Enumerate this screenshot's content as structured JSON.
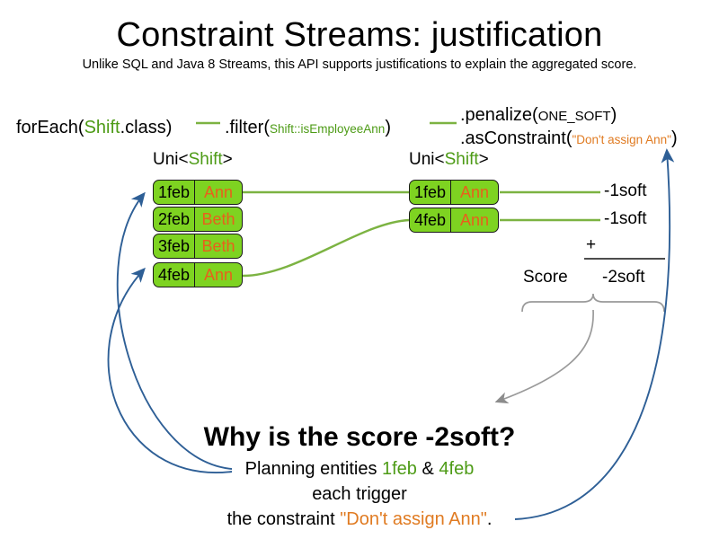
{
  "slide": {
    "title": "Constraint Streams: justification",
    "subtitle": "Unlike SQL and Java 8 Streams, this API supports justifications to explain the aggregated score."
  },
  "colors": {
    "green_text": "#4d9b16",
    "green_box_fill": "#7ed321",
    "orange_text": "#e07b22",
    "orange_name": "#e8601c",
    "blue_arrow": "#2e5f96",
    "grey_arrow": "#8c8c8c",
    "green_line": "#7cb342"
  },
  "code": {
    "foreach": {
      "prefix": "forEach(",
      "type": "Shift",
      "suffix": ".class)"
    },
    "filter": {
      "prefix": ".filter(",
      "arg": "Shift::isEmployeeAnn",
      "suffix": ")"
    },
    "penalize": {
      "prefix": ".penalize(",
      "arg": "ONE_SOFT",
      "suffix": ")"
    },
    "as_constraint": {
      "prefix": ".asConstraint(",
      "arg": "\"Don't assign Ann\"",
      "suffix": ")"
    }
  },
  "stream_labels": {
    "left": {
      "prefix": "Uni<",
      "type": "Shift",
      "suffix": ">"
    },
    "right": {
      "prefix": "Uni<",
      "type": "Shift",
      "suffix": ">"
    }
  },
  "left_stream": {
    "rows": [
      {
        "date": "1feb",
        "employee": "Ann"
      },
      {
        "date": "2feb",
        "employee": "Beth"
      },
      {
        "date": "3feb",
        "employee": "Beth"
      },
      {
        "date": "4feb",
        "employee": "Ann"
      }
    ]
  },
  "right_stream": {
    "rows": [
      {
        "date": "1feb",
        "employee": "Ann"
      },
      {
        "date": "4feb",
        "employee": "Ann"
      }
    ]
  },
  "penalties": [
    "-1soft",
    "-1soft"
  ],
  "score_block": {
    "operator": "+",
    "label": "Score",
    "total": "-2soft"
  },
  "explanation": {
    "heading": "Why is the score -2soft?",
    "line1_prefix": "Planning entities ",
    "line1_entity_a": "1feb",
    "line1_amp": " & ",
    "line1_entity_b": "4feb",
    "line2": "each trigger",
    "line3_prefix": "the constraint ",
    "line3_constraint": "\"Don't assign Ann\"",
    "line3_suffix": "."
  }
}
